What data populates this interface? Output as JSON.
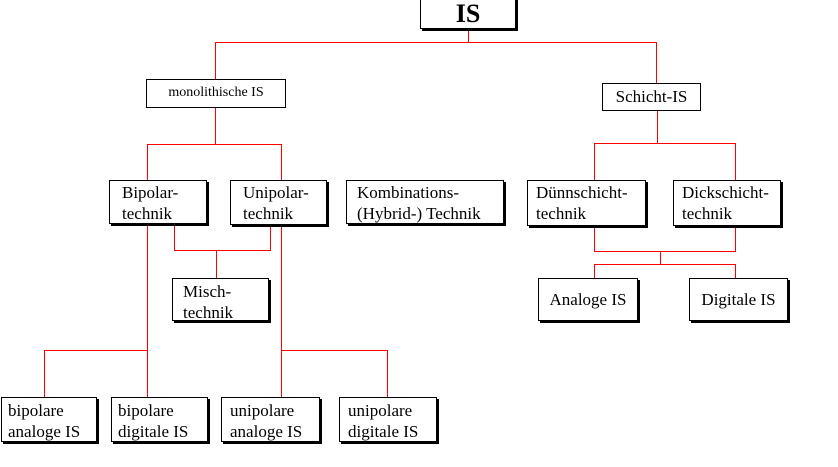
{
  "colors": {
    "edge": "#ff0000",
    "box_border": "#000000",
    "text": "#000000",
    "background": "#ffffff"
  },
  "nodes": {
    "root": "IS",
    "monolithic": "monolithische IS",
    "schicht": "Schicht-IS",
    "bipolar": "Bipolar-\ntechnik",
    "unipolar": "Unipolar-\ntechnik",
    "kombination": "Kombinations-\n(Hybrid-) Technik",
    "duenn": "Dünnschicht-\ntechnik",
    "dick": "Dickschicht-\ntechnik",
    "misch": "Misch-\ntechnik",
    "analoge": "Analoge IS",
    "digitale": "Digitale IS",
    "bi_analog": "bipolare\nanaloge IS",
    "bi_digital": "bipolare\ndigitale IS",
    "uni_analog": "unipolare\nanaloge IS",
    "uni_digital": "unipolare\ndigitale IS"
  }
}
